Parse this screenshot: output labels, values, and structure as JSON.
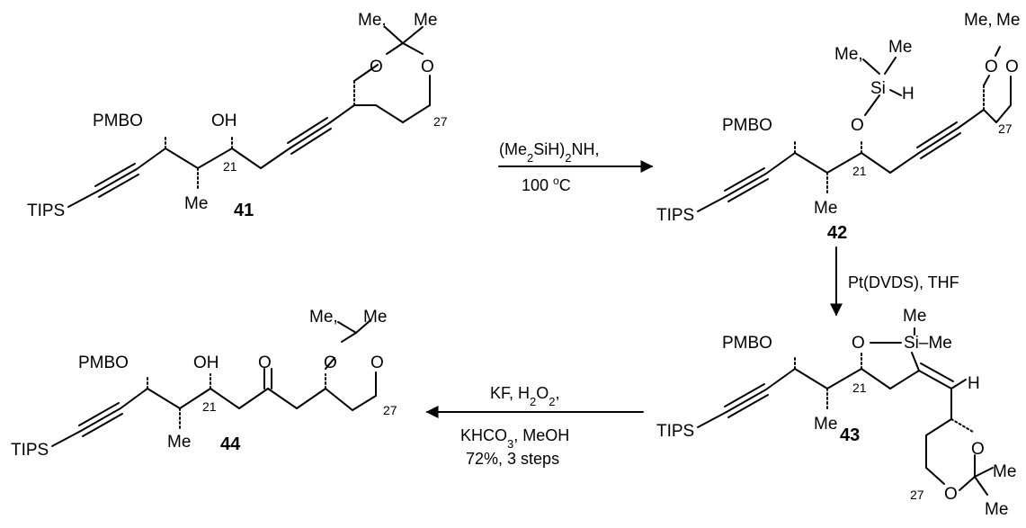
{
  "atoms": {
    "pmbo": "PMBO",
    "oh": "OH",
    "o": "O",
    "me": "Me",
    "tips": "TIPS",
    "h": "H",
    "si": "Si",
    "me_comma": "Me,",
    "si_me": "Si–Me"
  },
  "positions": {
    "c21": "21",
    "c27": "27"
  },
  "compounds": {
    "c41": "41",
    "c42": "42",
    "c43": "43",
    "c44": "44"
  },
  "conditions": {
    "step1": {
      "reagent_main": "(Me",
      "reagent_sub1": "2",
      "reagent_mid": "SiH)",
      "reagent_sub2": "2",
      "reagent_end": "NH,",
      "temp_value": "100 ",
      "temp_unit": "C",
      "temp_sup": "o"
    },
    "step2": {
      "reagent": "Pt(DVDS), THF"
    },
    "step3": {
      "line1_a": "KF, H",
      "line1_sub": "2",
      "line1_b": "O",
      "line1_sub2": "2",
      "line1_c": ",",
      "line2_a": "KHCO",
      "line2_sub": "3",
      "line2_b": ", MeOH",
      "line3": "72%, 3 steps"
    }
  }
}
